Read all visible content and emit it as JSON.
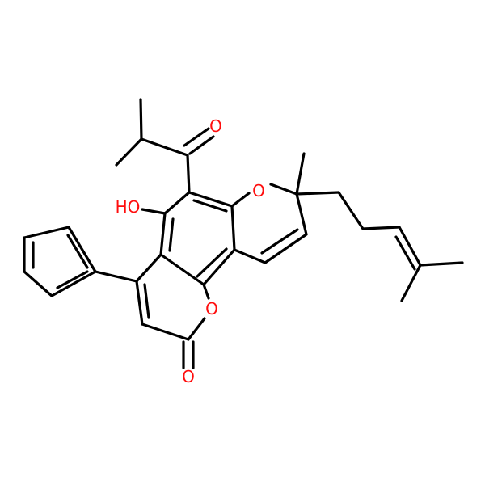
{
  "atom_colors": {
    "O": "#ff0d0d",
    "C": "#000000"
  },
  "atom_labels": [
    {
      "id": "ketone-oxygen",
      "text": "O",
      "element": "O"
    },
    {
      "id": "pyran-ring-oxygen",
      "text": "O",
      "element": "O"
    },
    {
      "id": "hydroxyl-group",
      "text": "HO",
      "element": "O"
    },
    {
      "id": "lactone-ring-oxygen",
      "text": "O",
      "element": "O"
    },
    {
      "id": "lactone-carbonyl-oxygen",
      "text": "O",
      "element": "O"
    }
  ]
}
